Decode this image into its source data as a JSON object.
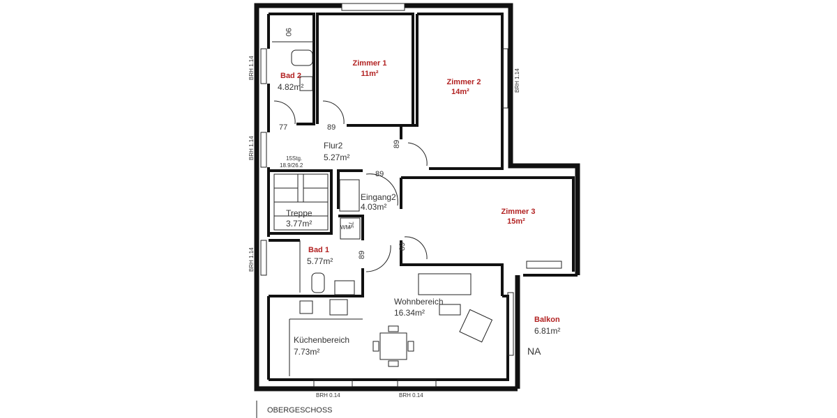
{
  "plan_title": "OBERGESCHOSS",
  "rooms": {
    "bad2": {
      "name": "Bad 2",
      "area": "4.82m²"
    },
    "zimmer1": {
      "name": "Zimmer 1",
      "area": "11m²"
    },
    "zimmer2": {
      "name": "Zimmer 2",
      "area": "14m²"
    },
    "flur2": {
      "name": "Flur2",
      "area": "5.27m²"
    },
    "treppe": {
      "name": "Treppe",
      "area": "3.77m²",
      "steps": "15Stg.",
      "step_dims": "18.9/26.2"
    },
    "eingang2": {
      "name": "Eingang2",
      "area": "4.03m²"
    },
    "zimmer3": {
      "name": "Zimmer 3",
      "area": "15m²"
    },
    "bad1": {
      "name": "Bad 1",
      "area": "5.77m²"
    },
    "wohnbereich": {
      "name": "Wohnbereich",
      "area": "16.34m²"
    },
    "kuechenbereich": {
      "name": "Küchenbereich",
      "area": "7.73m²"
    },
    "balkon": {
      "name": "Balkon",
      "area": "6.81m²",
      "note": "NA"
    }
  },
  "dimensions": {
    "shower": "90",
    "bad2_door": "77",
    "zimmer1_door": "89",
    "zimmer2_door": "89",
    "eingang_door": "89",
    "bad1_door": "89",
    "zimmer3_door": "89",
    "wm_width": "75",
    "wm": "WM"
  },
  "windows": {
    "brh_114": "BRH 1.14",
    "brh_014": "BRH 0.14"
  },
  "accent_color": "#b22222"
}
